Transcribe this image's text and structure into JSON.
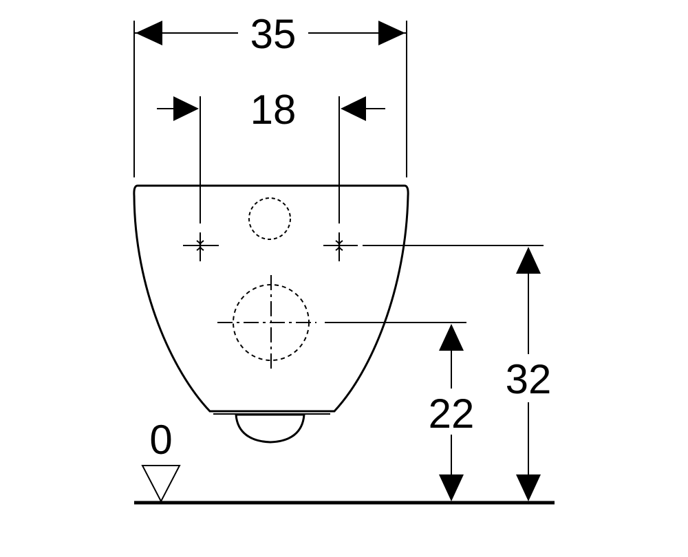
{
  "dimensions": {
    "overall_width": "35",
    "fixing_distance": "18",
    "fixing_height": "32",
    "outlet_height": "22",
    "floor_level": "0"
  }
}
